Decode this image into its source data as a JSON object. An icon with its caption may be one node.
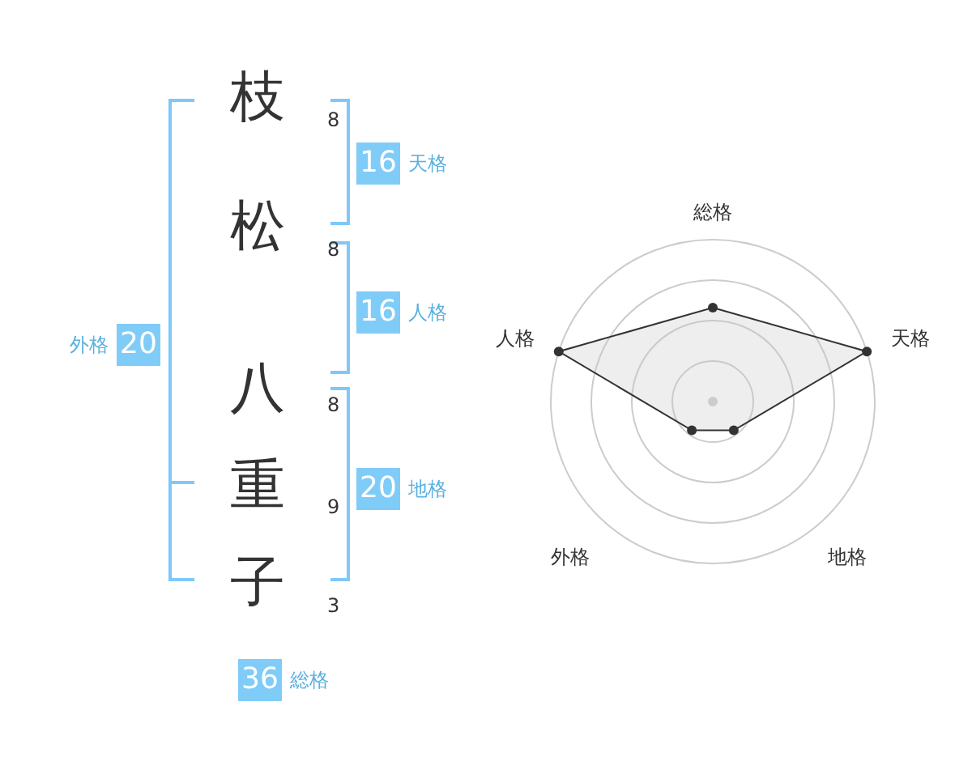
{
  "diagram": {
    "nodes": [
      {
        "text": [
          "20"
        ],
        "beside": [
          "外格"
        ]
      },
      {
        "text": [
          "16"
        ],
        "beside": [
          "天格"
        ]
      },
      {
        "text": [
          "16"
        ],
        "beside": [
          "人格"
        ]
      },
      {
        "text": [
          "20"
        ],
        "beside": [
          "地格"
        ]
      },
      {
        "text": [
          "36"
        ],
        "beside": [
          "総格"
        ]
      }
    ],
    "labels": [
      "枝",
      "8",
      "松",
      "8",
      "八",
      "8",
      "重",
      "9",
      "子",
      "3",
      "総格",
      "人格",
      "天格",
      "外格",
      "地格"
    ]
  }
}
